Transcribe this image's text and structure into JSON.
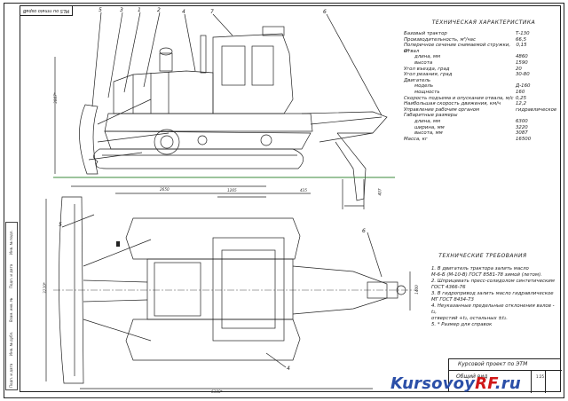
{
  "stamp": "MLS ou nmaio ospaB",
  "specs": {
    "title": "ТЕХНИЧЕСКАЯ ХАРАКТЕРИСТИКА",
    "rows": [
      {
        "label": "Базовый трактор",
        "value": "Т-130",
        "kind": "group"
      },
      {
        "label": "Производительность, м³/час",
        "value": "66,5",
        "kind": "group"
      },
      {
        "label": "Поперечное сечение снимаемой стружки, м²",
        "value": "0,15",
        "kind": "group"
      },
      {
        "label": "Отвал",
        "value": "",
        "kind": "group"
      },
      {
        "label": "длина, мм",
        "value": "4860",
        "kind": "sub"
      },
      {
        "label": "высота",
        "value": "1590",
        "kind": "sub"
      },
      {
        "label": "Угол въезда, град",
        "value": "20",
        "kind": "group"
      },
      {
        "label": "Угол резания, град",
        "value": "30-80",
        "kind": "group"
      },
      {
        "label": "Двигатель",
        "value": "",
        "kind": "group"
      },
      {
        "label": "модель",
        "value": "Д-160",
        "kind": "sub"
      },
      {
        "label": "мощность",
        "value": "160",
        "kind": "sub"
      },
      {
        "label": "Скорость подъема и опускания отвала, м/с",
        "value": "0,25",
        "kind": "group"
      },
      {
        "label": "Наибольшая скорость движения, км/ч",
        "value": "12,2",
        "kind": "group"
      },
      {
        "label": "Управление рабочим органом",
        "value": "гидравлическое",
        "kind": "group"
      },
      {
        "label": "Габаритные размеры",
        "value": "",
        "kind": "group"
      },
      {
        "label": "длина, мм",
        "value": "6300",
        "kind": "sub"
      },
      {
        "label": "ширина, мм",
        "value": "3220",
        "kind": "sub"
      },
      {
        "label": "высота, мм",
        "value": "3087",
        "kind": "sub"
      },
      {
        "label": "Масса, кг",
        "value": "16500",
        "kind": "group"
      }
    ]
  },
  "requirements": {
    "title": "ТЕХНИЧЕСКИЕ ТРЕБОВАНИЯ",
    "items": [
      "1. В двигатель трактора залить масло",
      "М-6-Б (М-10-В) ГОСТ 8581-78 зимой (летом).",
      "2. Шприцевать пресс-солидолом синтетическим",
      "ГОСТ 4366-76",
      "3. В гидропривод залить масло гидравлическое",
      "МГ ГОСТ 8434-73",
      "4. Неуказанные предельные отклонения валов -t₂,",
      "отверстий +t₂, остальных ±t₂.",
      "5. * Размер для справок"
    ]
  },
  "title_block": {
    "project": "Курсовой проект по ЭТМ",
    "view": "Общий вид",
    "sheet": "1:25"
  },
  "callouts": [
    "5",
    "3",
    "1",
    "2",
    "4",
    "7",
    "6",
    "5",
    "6",
    "4"
  ],
  "dims": {
    "side_height": "3087*",
    "d1": "2650",
    "d2": "1265",
    "d3": "435",
    "d4": "407",
    "plan_width": "3220*",
    "plan_length": "6300*",
    "plan_right": "1400"
  },
  "side_strip": [
    "Подп. и дата",
    "Инв. № дубл.",
    "Взам. инв. №",
    "Подп. и дата",
    "Инв. № подл."
  ],
  "watermark": {
    "prefix": "Kursovoy",
    "accent": "RF",
    "suffix": ".ru"
  }
}
